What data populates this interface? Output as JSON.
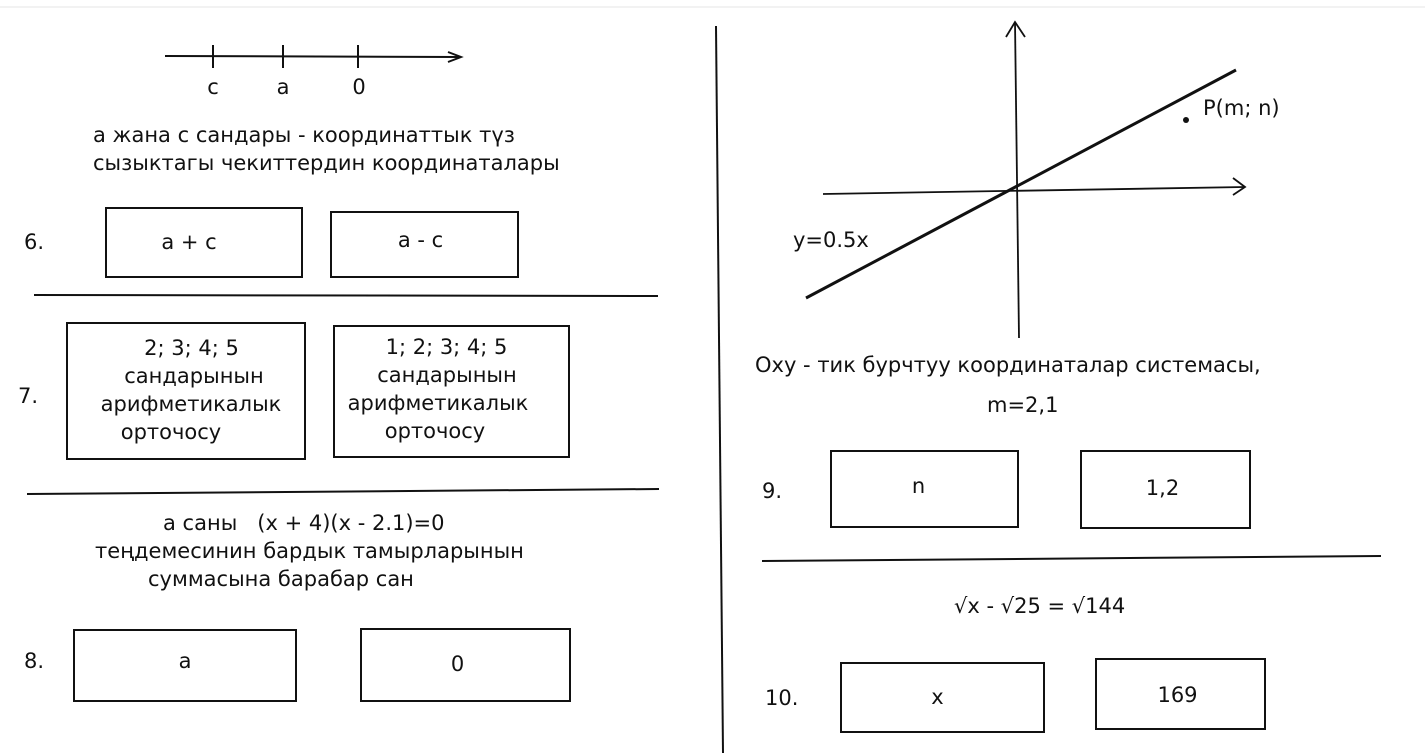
{
  "number_line": {
    "labels": [
      "c",
      "a",
      "0"
    ]
  },
  "left": {
    "statement_lines": [
      "a жана с сандары - координаттык түз",
      "сызыктагы чекиттердин координаталары"
    ],
    "q6": {
      "number": "6.",
      "option_a": "a + c",
      "option_b": "a - c"
    },
    "q7": {
      "number": "7.",
      "option_a": [
        "2; 3; 4; 5",
        "сандарынын",
        "арифметикалык",
        "орточосу"
      ],
      "option_b": [
        "1; 2; 3; 4; 5",
        "сандарынын",
        "арифметикалык",
        "орточосу"
      ]
    },
    "q8_statement_lines": [
      "а саны   (x + 4)(x - 2.1)=0",
      "теңдемесинин бардык тамырларынын",
      "суммасына барабар сан"
    ],
    "q8": {
      "number": "8.",
      "option_a": "a",
      "option_b": "0"
    }
  },
  "right": {
    "graph": {
      "line_label": "y=0.5x",
      "point_label": "P(m; n)"
    },
    "statement_lines": [
      "Oxy - тик бурчтуу координаталар системасы,",
      "m=2,1"
    ],
    "q9": {
      "number": "9.",
      "option_a": "n",
      "option_b": "1,2"
    },
    "q10_statement": "√x - √25 = √144",
    "q10": {
      "number": "10.",
      "option_a": "x",
      "option_b": "169"
    }
  }
}
